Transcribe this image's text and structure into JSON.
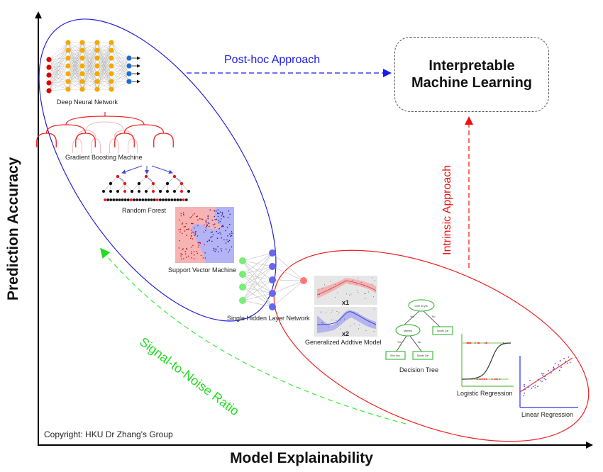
{
  "axes": {
    "y_label": "Prediction Accuracy",
    "x_label": "Model Explainability"
  },
  "copyright": "Copyright: HKU Dr Zhang's Group",
  "target_box": {
    "line1": "Interpretable",
    "line2": "Machine Learning"
  },
  "arrows": {
    "posthoc": "Post-hoc Approach",
    "intrinsic": "Intrinsic Approach",
    "snr": "Signal-to-Noise Ratio"
  },
  "models": {
    "dnn": "Deep Neural Network",
    "gbm": "Gradient Boosting Machine",
    "rf": "Random Forest",
    "svm": "Support Vector Machine",
    "shln": "Single Hidden Layer Network",
    "gam": "Generalized Addtive Model",
    "gam_x1": "x1",
    "gam_x2": "x2",
    "dt": "Decision Tree",
    "logreg": "Logistic Regression",
    "linreg": "Linear Regression"
  },
  "decision_tree": {
    "root": "Over 30 yrs.",
    "yes": "Yes",
    "no": "No",
    "married": "Married",
    "leaf_right": "Sports Car",
    "leaf_minivan": "Mini Van",
    "leaf_sports": "Sports Car"
  },
  "colors": {
    "blue_group": "#2222dd",
    "red_group": "#ee2222",
    "snr_arrow": "#44ee44",
    "dnn_input": "#dd0000",
    "dnn_hidden": "#f5a800",
    "dnn_output": "#1a6fcc",
    "shln_input": "#77ee77",
    "shln_hidden": "#6666ee",
    "shln_output": "#ff7777"
  }
}
